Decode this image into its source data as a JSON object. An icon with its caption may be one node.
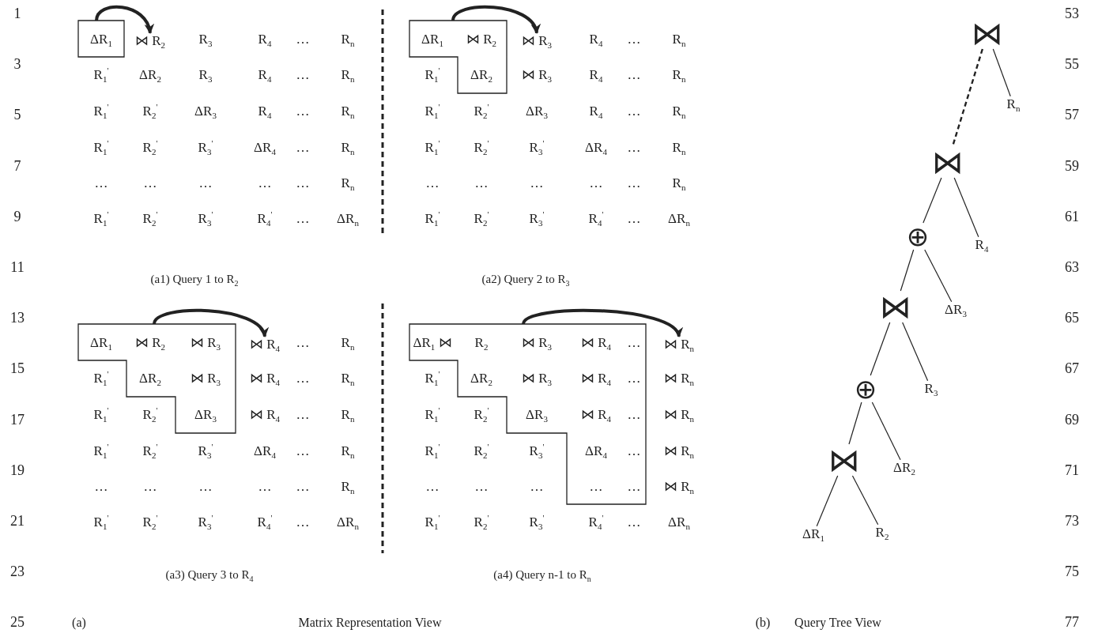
{
  "diagram": {
    "nodes": [
      {
        "text": [
          "ΔR$_{1}$"
        ]
      },
      {
        "text": [
          "⋈ R$_{2}$"
        ]
      },
      {
        "text": [
          "ΔR$_{1}$",
          "⋈ R$_{2}$",
          "ΔR$_{2}$"
        ]
      },
      {
        "text": [
          "⋈ R$_{3}$"
        ]
      },
      {
        "text": [
          "ΔR$_{1}$",
          "⋈ R$_{2}$",
          "⋈ R$_{3}$",
          "ΔR$_{2}$",
          "⋈ R$_{3}$",
          "ΔR$_{3}$"
        ]
      },
      {
        "text": [
          "⋈ R$_{4}$"
        ]
      },
      {
        "text": [
          "ΔR$_{1}$ ⋈",
          "R$_{2}$",
          "⋈ R$_{3}$",
          "⋈ R$_{4}$",
          "…",
          "ΔR$_{2}$",
          "⋈ R$_{3}$",
          "⋈ R$_{4}$",
          "…",
          "ΔR$_{3}$",
          "⋈ R$_{4}$",
          "…",
          "ΔR$_{4}$",
          "…",
          "…",
          "…"
        ]
      },
      {
        "text": [
          "⋈ R$_{n}$"
        ]
      },
      {
        "text": [
          "⋈"
        ]
      },
      {
        "text": [
          "R$_{n}$"
        ]
      },
      {
        "text": [
          "⋈"
        ]
      },
      {
        "text": [
          "⊕"
        ]
      },
      {
        "text": [
          "R$_{4}$"
        ]
      },
      {
        "text": [
          "⋈"
        ]
      },
      {
        "text": [
          "ΔR$_{3}$"
        ]
      },
      {
        "text": [
          "⊕"
        ]
      },
      {
        "text": [
          "R$_{3}$"
        ]
      },
      {
        "text": [
          "⋈"
        ]
      },
      {
        "text": [
          "ΔR$_{2}$"
        ]
      },
      {
        "text": [
          "ΔR$_{1}$"
        ]
      },
      {
        "text": [
          "R$_{2}$"
        ]
      }
    ],
    "edges": [
      {
        "from": 0,
        "to": 1,
        "arrow": "to",
        "style": "thick"
      },
      {
        "from": 2,
        "to": 3,
        "arrow": "to",
        "style": "thick"
      },
      {
        "from": 4,
        "to": 5,
        "arrow": "to",
        "style": "thick"
      },
      {
        "from": 6,
        "to": 7,
        "arrow": "to",
        "style": "thick"
      },
      {
        "from": 8,
        "to": 9,
        "arrow": "none"
      },
      {
        "from": 8,
        "to": 10,
        "arrow": "none",
        "style": "dashed"
      },
      {
        "from": 10,
        "to": 11,
        "arrow": "none"
      },
      {
        "from": 10,
        "to": 12,
        "arrow": "none"
      },
      {
        "from": 11,
        "to": 13,
        "arrow": "none"
      },
      {
        "from": 11,
        "to": 14,
        "arrow": "none"
      },
      {
        "from": 13,
        "to": 15,
        "arrow": "none"
      },
      {
        "from": 13,
        "to": 16,
        "arrow": "none"
      },
      {
        "from": 15,
        "to": 17,
        "arrow": "none"
      },
      {
        "from": 15,
        "to": 18,
        "arrow": "none"
      },
      {
        "from": 17,
        "to": 19,
        "arrow": "none"
      },
      {
        "from": 17,
        "to": 20,
        "arrow": "none"
      }
    ],
    "labels": [
      "R$_{3}$",
      "R$_{4}$",
      "…",
      "R$_{n}$",
      "R$_{1}$$^{'}$",
      "ΔR$_{2}$",
      "R$_{3}$",
      "R$_{4}$",
      "…",
      "R$_{n}$",
      "R$_{1}$$^{'}$",
      "R$_{2}$$^{'}$",
      "ΔR$_{3}$",
      "R$_{4}$",
      "…",
      "R$_{n}$",
      "R$_{1}$$^{'}$",
      "R$_{2}$$^{'}$",
      "R$_{3}$$^{'}$",
      "ΔR$_{4}$",
      "…",
      "R$_{n}$",
      "…",
      "…",
      "…",
      "…",
      "…",
      "R$_{n}$",
      "R$_{1}$$^{'}$",
      "R$_{2}$$^{'}$",
      "R$_{3}$$^{'}$",
      "R$_{4}$$^{'}$",
      "…",
      "ΔR$_{n}$",
      "(a1) Query 1 to R$_{2}$",
      "R$_{4}$",
      "…",
      "R$_{n}$",
      "R$_{1}$$^{'}$",
      "⋈ R$_{3}$",
      "R$_{4}$",
      "…",
      "R$_{n}$",
      "R$_{1}$$^{'}$",
      "R$_{2}$$^{'}$",
      "ΔR$_{3}$",
      "R$_{4}$",
      "…",
      "R$_{n}$",
      "R$_{1}$$^{'}$",
      "R$_{2}$$^{'}$",
      "R$_{3}$$^{'}$",
      "ΔR$_{4}$",
      "…",
      "R$_{n}$",
      "…",
      "…",
      "…",
      "…",
      "…",
      "R$_{n}$",
      "R$_{1}$$^{'}$",
      "R$_{2}$$^{'}$",
      "R$_{3}$$^{'}$",
      "R$_{4}$$^{'}$",
      "…",
      "ΔR$_{n}$",
      "(a2) Query 2 to R$_{3}$",
      "…",
      "R$_{n}$",
      "R$_{1}$$^{'}$",
      "⋈ R$_{4}$",
      "…",
      "R$_{n}$",
      "R$_{1}$$^{'}$",
      "R$_{2}$$^{'}$",
      "⋈ R$_{4}$",
      "…",
      "R$_{n}$",
      "R$_{1}$$^{'}$",
      "R$_{2}$$^{'}$",
      "R$_{3}$$^{'}$",
      "ΔR$_{4}$",
      "…",
      "R$_{n}$",
      "…",
      "…",
      "…",
      "…",
      "…",
      "R$_{n}$",
      "R$_{1}$$^{'}$",
      "R$_{2}$$^{'}$",
      "R$_{3}$$^{'}$",
      "R$_{4}$$^{'}$",
      "…",
      "ΔR$_{n}$",
      "(a3) Query 3 to R$_{4}$",
      "R$_{1}$$^{'}$",
      "⋈ R$_{n}$",
      "R$_{1}$$^{'}$",
      "R$_{2}$$^{'}$",
      "⋈ R$_{n}$",
      "R$_{1}$$^{'}$",
      "R$_{2}$$^{'}$",
      "R$_{3}$$^{'}$",
      "⋈ R$_{n}$",
      "…",
      "…",
      "…",
      "⋈ R$_{n}$",
      "R$_{1}$$^{'}$",
      "R$_{2}$$^{'}$",
      "R$_{3}$$^{'}$",
      "R$_{4}$$^{'}$",
      "…",
      "ΔR$_{n}$",
      "(a4) Query n-1 to R$_{n}$",
      "(a)",
      "Matrix Representation View",
      "(b)",
      "Query Tree View",
      "1",
      "3",
      "5",
      "7",
      "9",
      "11",
      "13",
      "15",
      "17",
      "19",
      "21",
      "23",
      "25",
      "53",
      "55",
      "57",
      "59",
      "61",
      "63",
      "65",
      "67",
      "69",
      "71",
      "73",
      "75",
      "77"
    ]
  }
}
